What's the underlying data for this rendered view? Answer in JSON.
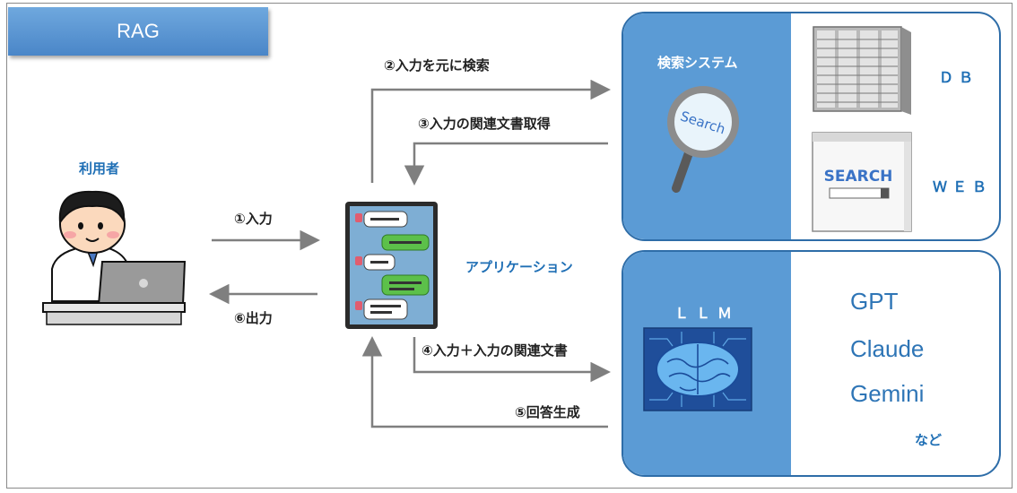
{
  "title": "RAG",
  "user": {
    "label": "利用者"
  },
  "application": {
    "label": "アプリケーション"
  },
  "steps": {
    "input": "①入力",
    "search": "②入力を元に検索",
    "retrieve": "③入力の関連文書取得",
    "combined": "④入力＋入力の関連文書",
    "generate": "⑤回答生成",
    "output": "⑥出力"
  },
  "search_system": {
    "label": "検索システム",
    "magnifier_text": "Search",
    "db_label": "ＤＢ",
    "web_label": "ＷＥＢ",
    "web_search_text": "SEARCH"
  },
  "llm": {
    "label": "ＬＬＭ",
    "models": [
      "GPT",
      "Claude",
      "Gemini"
    ],
    "etc": "など"
  },
  "colors": {
    "title_bg": "#5b9bd5",
    "panel_blue": "#5b9bd5",
    "panel_border": "#2e6da8",
    "label_blue": "#1f6fb5",
    "arrow_gray": "#7f7f7f"
  }
}
